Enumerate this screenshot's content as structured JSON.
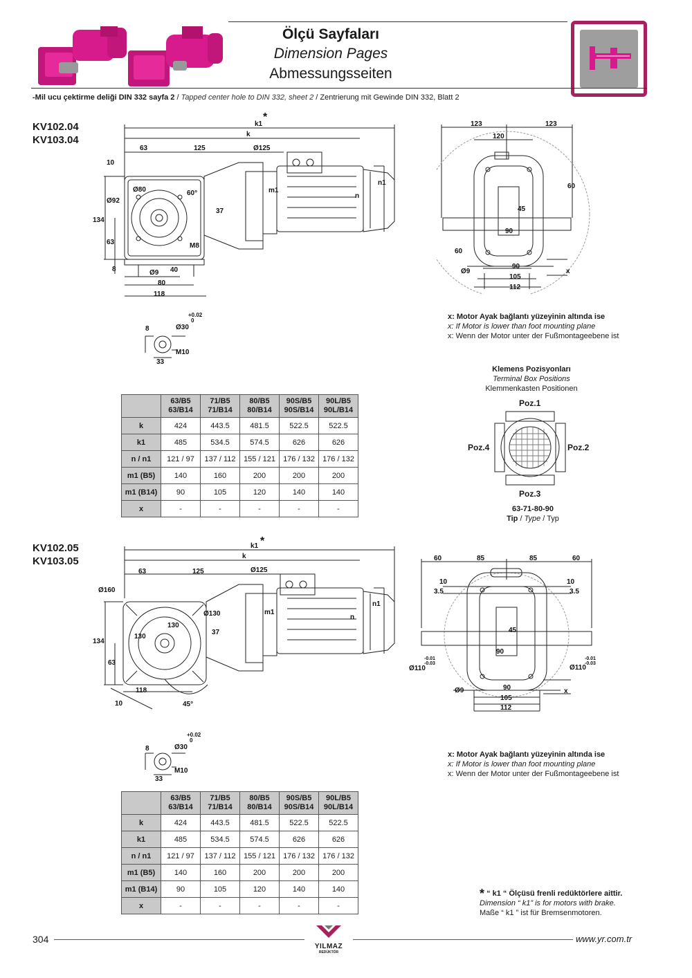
{
  "header": {
    "title": "Ölçü Sayfaları",
    "subtitle_en": "Dimension Pages",
    "subtitle_de": "Abmessungsseiten"
  },
  "note": {
    "tr": "-Mil ucu çektirme deliği DIN 332 sayfa 2",
    "sep": "/",
    "en": "Tapped center hole to DIN 332, sheet 2",
    "de": "Zentrierung mit Gewinde DIN 332, Blatt 2"
  },
  "section1": {
    "model_a": "KV102.04",
    "model_b": "KV103.04",
    "dims": {
      "k1": "k1",
      "star": "*",
      "k": "k",
      "d63": "63",
      "d125": "125",
      "o125": "Ø125",
      "d10": "10",
      "o80": "Ø80",
      "o92": "Ø92",
      "a60": "60°",
      "d37": "37",
      "m1": "m1",
      "n": "n",
      "n1": "n1",
      "d134": "134",
      "d63b": "63",
      "m8": "M8",
      "d8": "8",
      "o9": "Ø9",
      "d40": "40",
      "d80": "80",
      "d118": "118",
      "r123a": "123",
      "r123b": "123",
      "r120": "120",
      "r60": "60",
      "r45": "45",
      "r90": "90",
      "r60b": "60",
      "ro9": "Ø9",
      "r90b": "90",
      "r105": "105",
      "r112": "112",
      "rx": "x"
    },
    "shaft": {
      "tol_up": "+0.02",
      "tol_lo": "0",
      "d8": "8",
      "o30": "Ø30",
      "m10": "M10",
      "d33": "33"
    }
  },
  "motor_note_1": {
    "tr": "x: Motor Ayak bağlantı yüzeyinin altında ise",
    "en": "x: If Motor is lower than foot mounting plane",
    "de": "x: Wenn der Motor unter der Fußmontageebene ist"
  },
  "terminal": {
    "title_tr": "Klemens Pozisyonları",
    "title_en": "Terminal Box Positions",
    "title_de": "Klemmenkasten Positionen",
    "poz1": "Poz.1",
    "poz2": "Poz.2",
    "poz3": "Poz.3",
    "poz4": "Poz.4",
    "types": "63-71-80-90",
    "tip_tr": "Tip",
    "tip_sep": "/",
    "tip_en": "Type",
    "tip_de": "Typ"
  },
  "table1": {
    "headers": [
      [
        "63/B5",
        "63/B14"
      ],
      [
        "71/B5",
        "71/B14"
      ],
      [
        "80/B5",
        "80/B14"
      ],
      [
        "90S/B5",
        "90S/B14"
      ],
      [
        "90L/B5",
        "90L/B14"
      ]
    ],
    "rows": [
      {
        "label": "k",
        "values": [
          "424",
          "443.5",
          "481.5",
          "522.5",
          "522.5"
        ]
      },
      {
        "label": "k1",
        "values": [
          "485",
          "534.5",
          "574.5",
          "626",
          "626"
        ]
      },
      {
        "label": "n / n1",
        "values": [
          "121 / 97",
          "137 / 112",
          "155 / 121",
          "176 / 132",
          "176 / 132"
        ]
      },
      {
        "label": "m1 (B5)",
        "values": [
          "140",
          "160",
          "200",
          "200",
          "200"
        ]
      },
      {
        "label": "m1 (B14)",
        "values": [
          "90",
          "105",
          "120",
          "140",
          "140"
        ]
      },
      {
        "label": "x",
        "values": [
          "-",
          "-",
          "-",
          "-",
          "-"
        ]
      }
    ]
  },
  "section2": {
    "model_a": "KV102.05",
    "model_b": "KV103.05",
    "dims": {
      "k1": "k1",
      "star": "*",
      "k": "k",
      "d63": "63",
      "d125": "125",
      "o125": "Ø125",
      "o160": "Ø160",
      "o130": "Ø130",
      "d130a": "130",
      "d130b": "130",
      "d37": "37",
      "m1": "m1",
      "n": "n",
      "n1": "n1",
      "d134": "134",
      "d63b": "63",
      "d118": "118",
      "d10": "10",
      "a45": "45°",
      "r60a": "60",
      "r85a": "85",
      "r85b": "85",
      "r60b": "60",
      "r10a": "10",
      "r35a": "3.5",
      "r10b": "10",
      "r35b": "3.5",
      "r45": "45",
      "r90": "90",
      "tol1": "-0.01",
      "tol2": "-0.03",
      "o110a": "Ø110",
      "tol3": "-0.01",
      "tol4": "-0.03",
      "o110b": "Ø110",
      "ro9": "Ø9",
      "r90b": "90",
      "r105": "105",
      "r112": "112",
      "rx": "x"
    },
    "shaft": {
      "tol_up": "+0.02",
      "tol_lo": "0",
      "d8": "8",
      "o30": "Ø30",
      "m10": "M10",
      "d33": "33"
    }
  },
  "motor_note_2": {
    "tr": "x: Motor Ayak bağlantı yüzeyinin altında ise",
    "en": "x: If Motor is lower than foot mounting plane",
    "de": "x: Wenn der Motor unter der Fußmontageebene ist"
  },
  "table2": {
    "headers": [
      [
        "63/B5",
        "63/B14"
      ],
      [
        "71/B5",
        "71/B14"
      ],
      [
        "80/B5",
        "80/B14"
      ],
      [
        "90S/B5",
        "90S/B14"
      ],
      [
        "90L/B5",
        "90L/B14"
      ]
    ],
    "rows": [
      {
        "label": "k",
        "values": [
          "424",
          "443.5",
          "481.5",
          "522.5",
          "522.5"
        ]
      },
      {
        "label": "k1",
        "values": [
          "485",
          "534.5",
          "574.5",
          "626",
          "626"
        ]
      },
      {
        "label": "n / n1",
        "values": [
          "121 / 97",
          "137 / 112",
          "155 / 121",
          "176 / 132",
          "176 / 132"
        ]
      },
      {
        "label": "m1 (B5)",
        "values": [
          "140",
          "160",
          "200",
          "200",
          "200"
        ]
      },
      {
        "label": "m1 (B14)",
        "values": [
          "90",
          "105",
          "120",
          "140",
          "140"
        ]
      },
      {
        "label": "x",
        "values": [
          "-",
          "-",
          "-",
          "-",
          "-"
        ]
      }
    ]
  },
  "k1_note": {
    "star": "*",
    "tr": "“ k1 “ Ölçüsü frenli redüktörlere aittir.",
    "en": "Dimension “ k1” is for motors with brake.",
    "de": "Maße “ k1 ” ist für Bremsenmotoren."
  },
  "footer": {
    "page": "304",
    "website": "www.yr.com.tr",
    "logo": "YILMAZ",
    "logo_sub": "REDÜKTÖR"
  },
  "colors": {
    "brand": "#a8215f",
    "motor": "#d81b8c",
    "grey": "#c9c9c9"
  }
}
